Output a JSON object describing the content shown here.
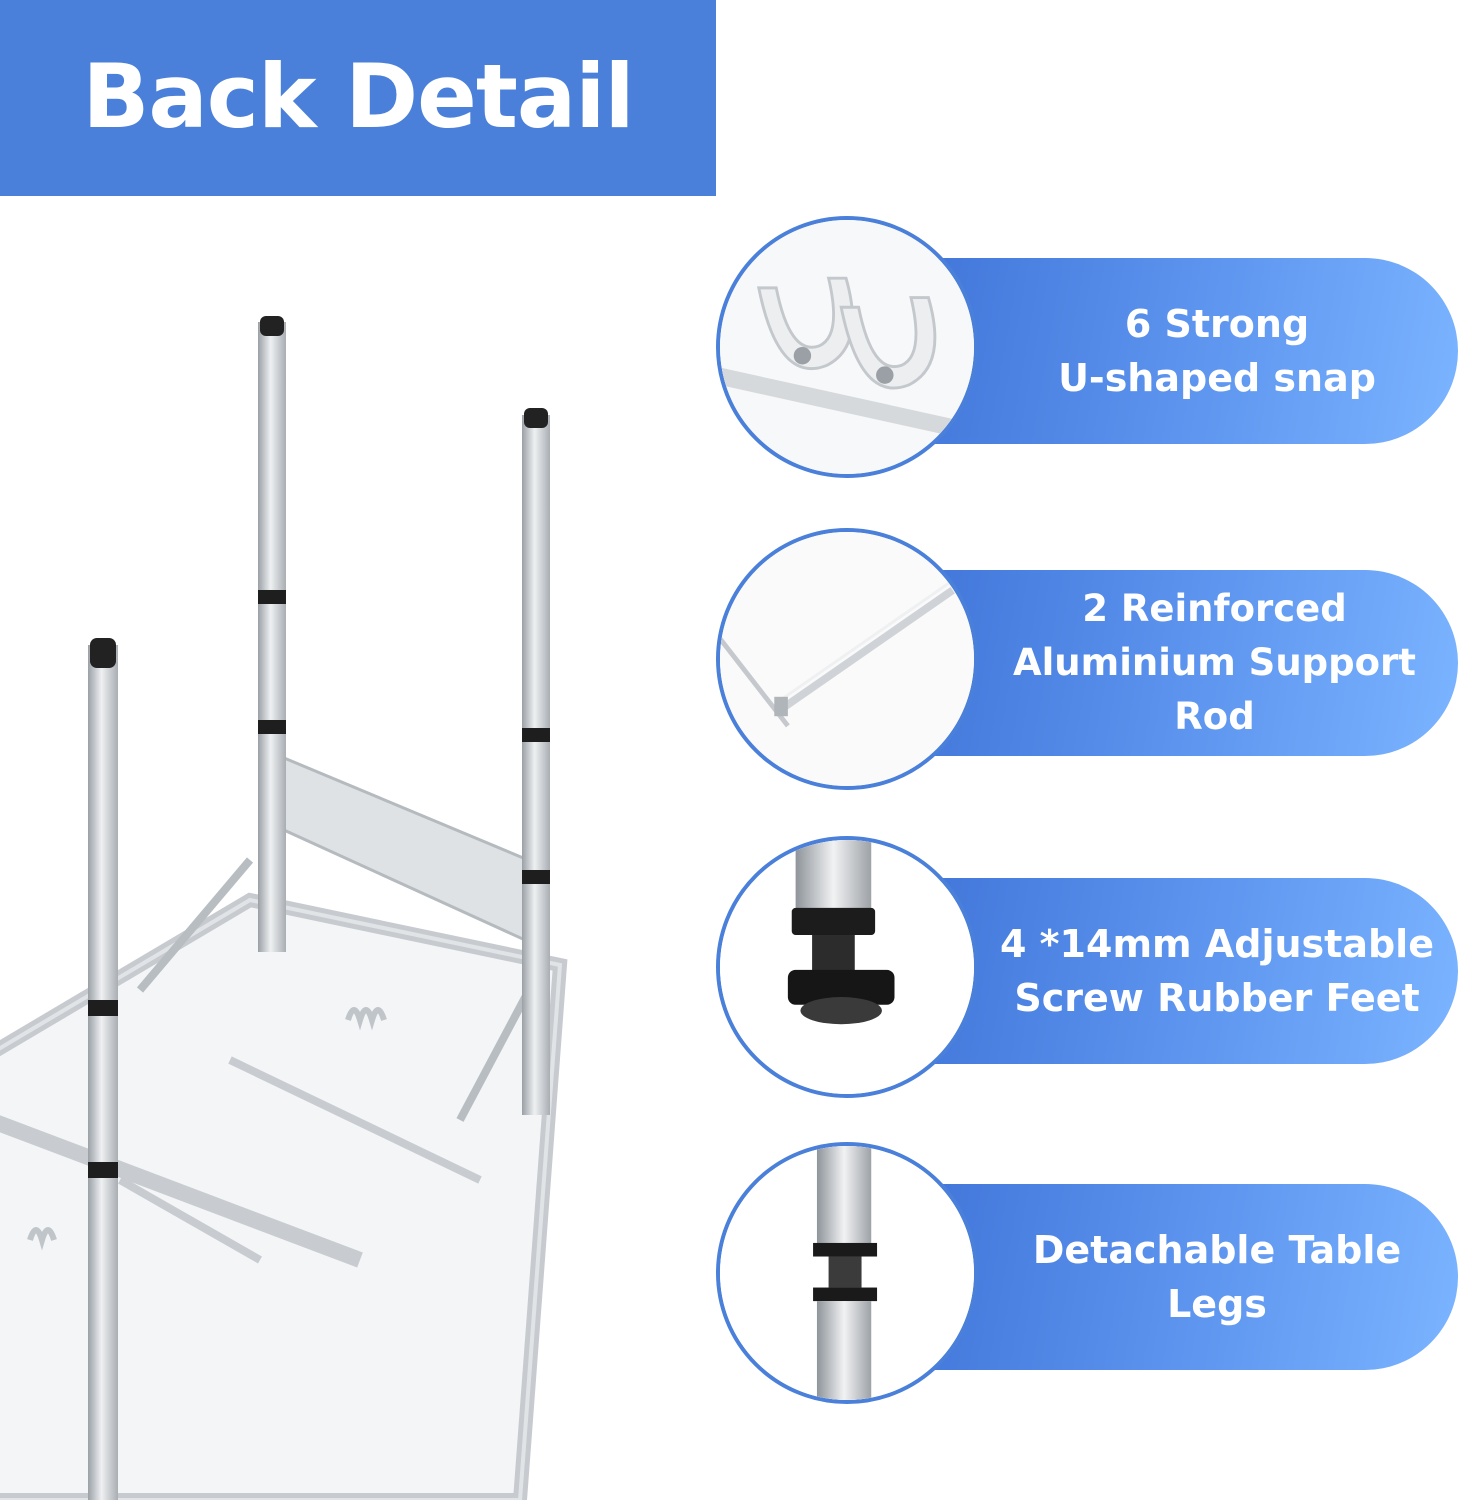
{
  "title": "Back Detail",
  "colors": {
    "banner": "#4a80d9",
    "pill_start": "#3a6ed3",
    "pill_end": "#7bb4ff",
    "text": "#ffffff"
  },
  "features": [
    {
      "icon": "u-snap-clip-icon",
      "text": "6 Strong\nU-shaped snap"
    },
    {
      "icon": "support-rod-icon",
      "text": "2 Reinforced\nAluminium Support Rod"
    },
    {
      "icon": "rubber-foot-icon",
      "text": "4 *14mm Adjustable\nScrew Rubber Feet"
    },
    {
      "icon": "leg-joint-icon",
      "text": "Detachable Table Legs"
    }
  ]
}
